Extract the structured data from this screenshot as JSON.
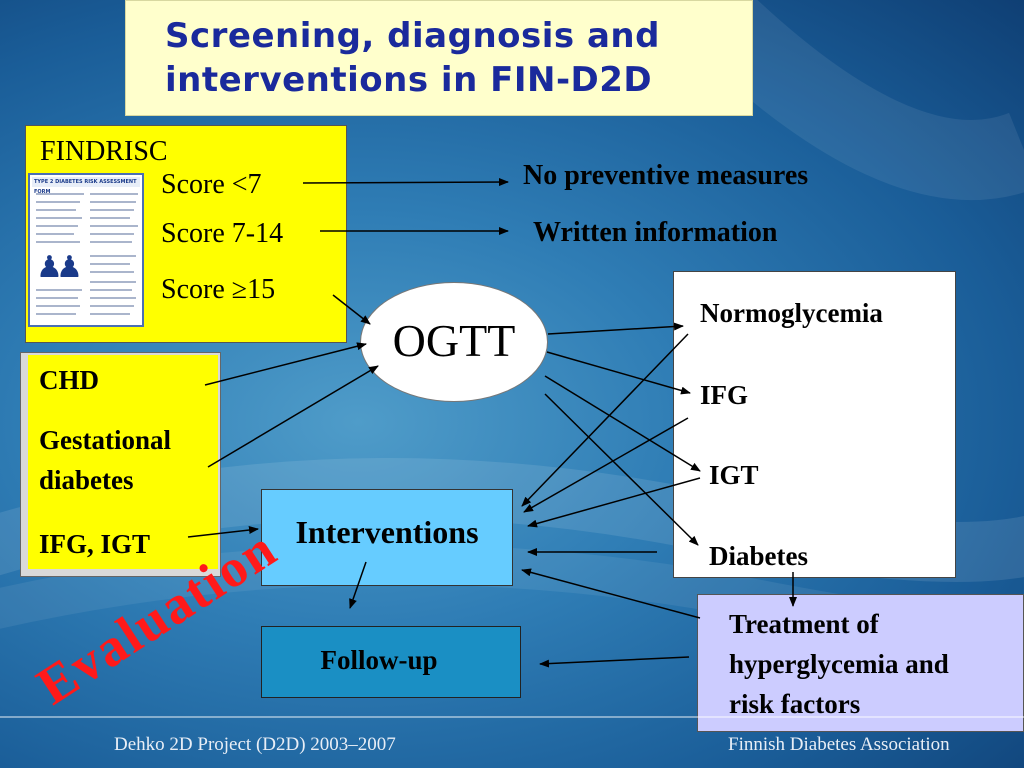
{
  "title": {
    "line1": "Screening, diagnosis and",
    "line2": "interventions in FIN-D2D"
  },
  "findrisc": {
    "label": "FINDRISC",
    "form_heading": "TYPE 2 DIABETES RISK ASSESSMENT FORM",
    "scores": {
      "low": "Score <7",
      "mid": "Score 7-14",
      "high": "Score   ≥15"
    }
  },
  "outcomes_top": {
    "no_preventive": "No preventive measures",
    "written_info": "Written information"
  },
  "risk_groups": {
    "chd": "CHD",
    "gestational_1": "Gestational",
    "gestational_2": "diabetes",
    "ifg_igt": "IFG, IGT"
  },
  "ogtt": "OGTT",
  "glycemia": {
    "normo": "Normoglycemia",
    "ifg": "IFG",
    "igt": "IGT",
    "diabetes": "Diabetes"
  },
  "interventions": "Interventions",
  "follow_up": "Follow-up",
  "treatment": {
    "line1": "Treatment of",
    "line2": "hyperglycemia and",
    "line3": "risk factors"
  },
  "evaluation": "Evaluation",
  "footer": {
    "left": "Dehko 2D Project (D2D) 2003–2007",
    "right": "Finnish Diabetes Association"
  },
  "colors": {
    "title_text": "#1a2a9c",
    "evaluation": "#ff1a1a",
    "highlight_yellow": "#ffff00",
    "interventions_fill": "#66ccff",
    "follow_up_fill": "#1a8fc4",
    "treatment_fill": "#ccccff"
  }
}
